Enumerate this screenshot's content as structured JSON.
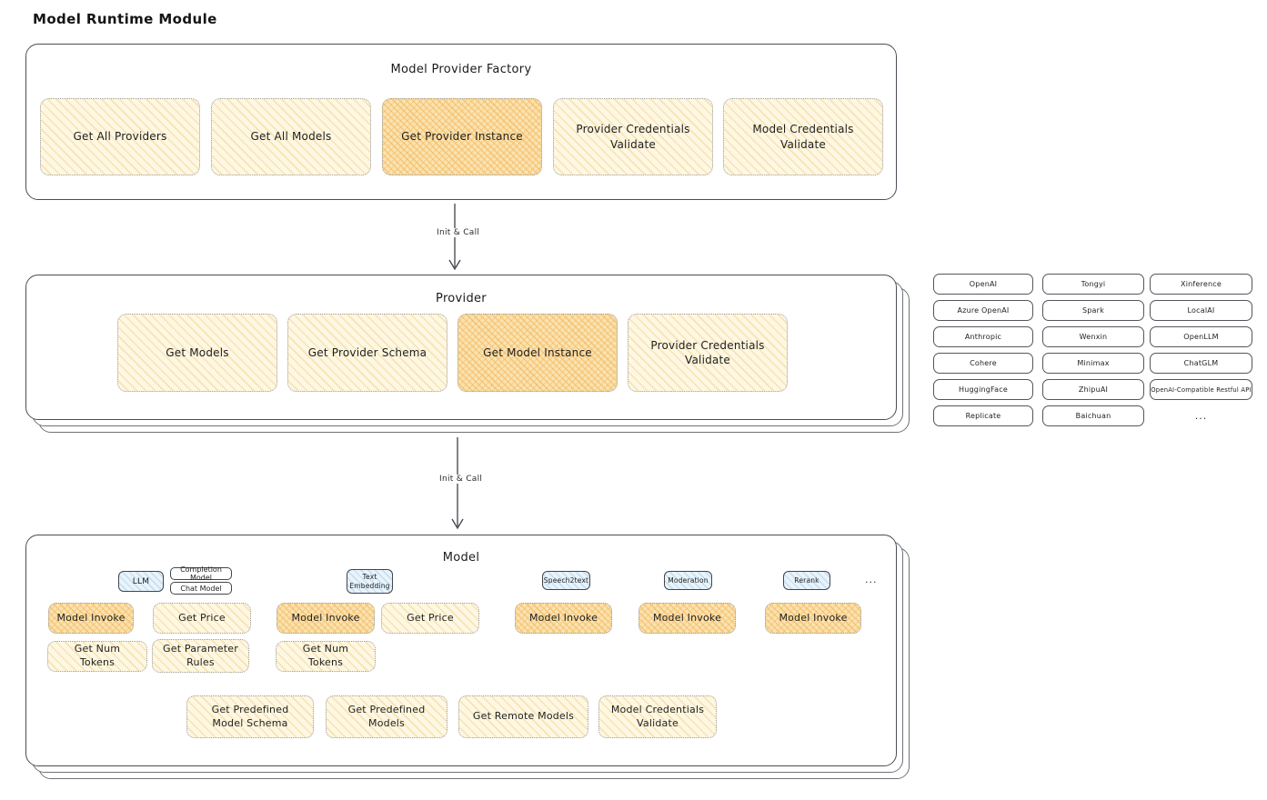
{
  "page": {
    "title": "Model Runtime Module"
  },
  "factory": {
    "title": "Model Provider Factory",
    "boxes": [
      {
        "label": "Get All Providers",
        "highlighted": false
      },
      {
        "label": "Get All Models",
        "highlighted": false
      },
      {
        "label": "Get Provider Instance",
        "highlighted": true
      },
      {
        "label": "Provider Credentials Validate",
        "highlighted": false
      },
      {
        "label": "Model Credentials Validate",
        "highlighted": false
      }
    ]
  },
  "arrows": {
    "factory_to_provider": "Init & Call",
    "provider_to_model": "Init & Call"
  },
  "provider": {
    "title": "Provider",
    "boxes": [
      {
        "label": "Get Models",
        "highlighted": false
      },
      {
        "label": "Get Provider Schema",
        "highlighted": false
      },
      {
        "label": "Get Model Instance",
        "highlighted": true
      },
      {
        "label": "Provider Credentials Validate",
        "highlighted": false
      }
    ]
  },
  "providers_list": {
    "columns": [
      [
        "OpenAI",
        "Azure OpenAI",
        "Anthropic",
        "Cohere",
        "HuggingFace",
        "Replicate"
      ],
      [
        "Tongyi",
        "Spark",
        "Wenxin",
        "Minimax",
        "ZhipuAI",
        "Baichuan"
      ],
      [
        "Xinference",
        "LocalAI",
        "OpenLLM",
        "ChatGLM",
        "OpenAI-Compatible Restful API"
      ]
    ],
    "more": "..."
  },
  "model": {
    "title": "Model",
    "llm": {
      "tag": "LLM",
      "subtags": [
        "Completion Model",
        "Chat Model"
      ],
      "row1": [
        "Model Invoke",
        "Get Price"
      ],
      "row2": [
        "Get Num Tokens",
        "Get Parameter Rules"
      ]
    },
    "text_embedding": {
      "tag": "Text Embedding",
      "row1": [
        "Model Invoke",
        "Get Price"
      ],
      "row2": [
        "Get Num Tokens"
      ]
    },
    "speech2text": {
      "tag": "Speech2text",
      "row1": [
        "Model Invoke"
      ]
    },
    "moderation": {
      "tag": "Moderation",
      "row1": [
        "Model Invoke"
      ]
    },
    "rerank": {
      "tag": "Rerank",
      "row1": [
        "Model Invoke"
      ]
    },
    "more": "...",
    "shared": [
      "Get Predefined Model Schema",
      "Get Predefined Models",
      "Get Remote Models",
      "Model Credentials Validate"
    ]
  }
}
